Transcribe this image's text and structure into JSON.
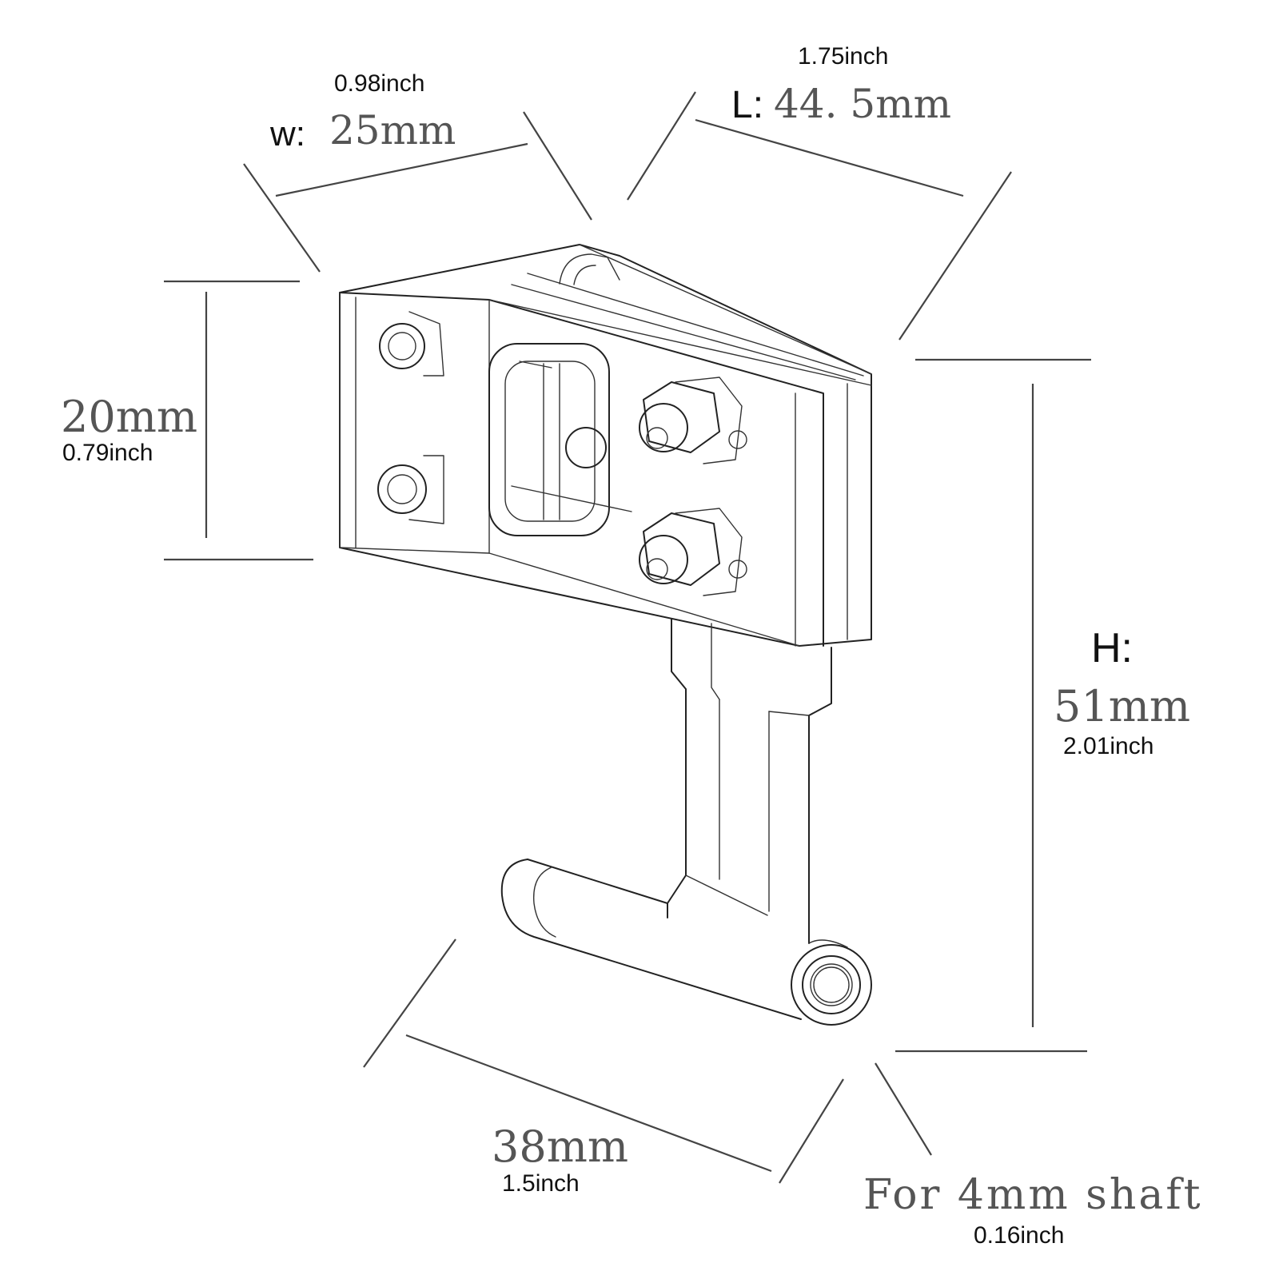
{
  "width": {
    "letter": "w:",
    "value": "25mm",
    "inch": "0.98inch"
  },
  "length": {
    "letter": "L:",
    "value": "44. 5mm",
    "inch": "1.75inch"
  },
  "side": {
    "value": "20mm",
    "inch": "0.79inch"
  },
  "height": {
    "letter": "H:",
    "value": "51mm",
    "inch": "2.01inch"
  },
  "bottom": {
    "value": "38mm",
    "inch": "1.5inch"
  },
  "shaft": {
    "value": "For 4mm shaft",
    "inch": "0.16inch"
  }
}
